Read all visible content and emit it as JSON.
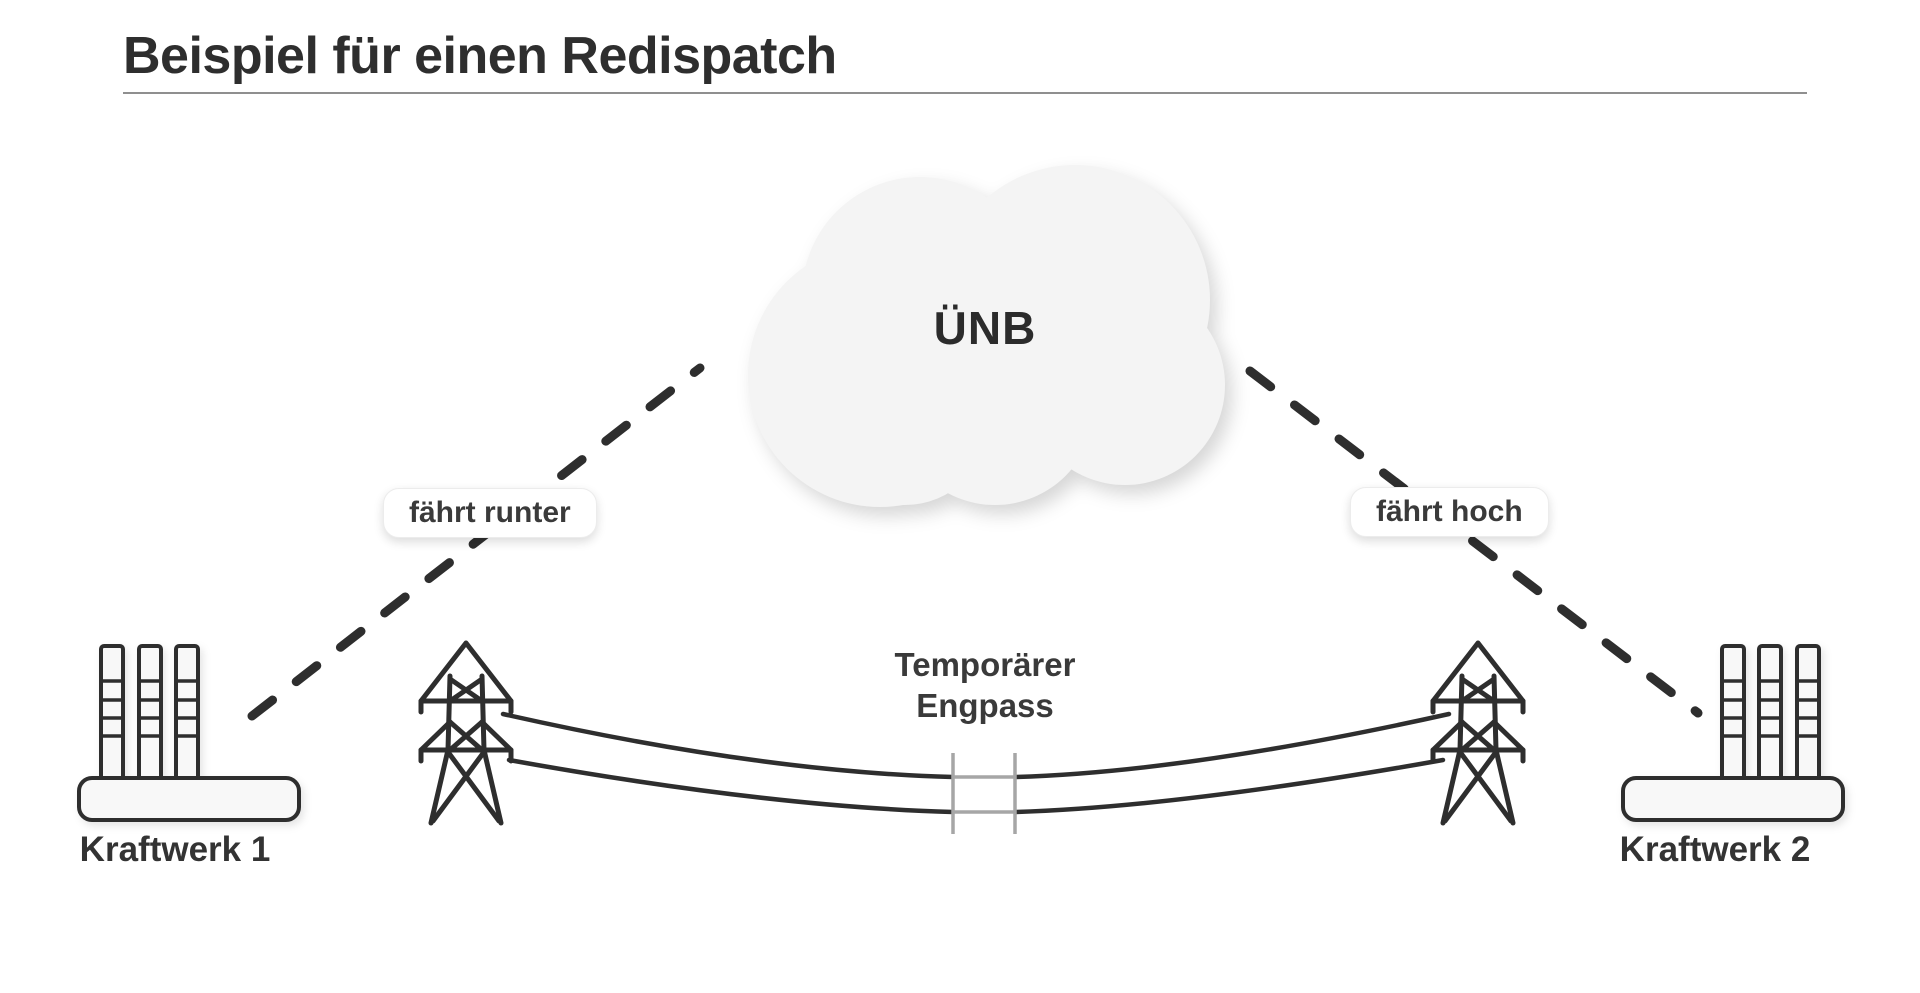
{
  "header": {
    "title": "Beispiel für einen Redispatch"
  },
  "diagram": {
    "tso_cloud": {
      "label": "ÜNB"
    },
    "left_action": {
      "label": "fährt runter"
    },
    "right_action": {
      "label": "fährt hoch"
    },
    "bottleneck": {
      "label_line1": "Temporärer",
      "label_line2": "Engpass"
    },
    "left_plant": {
      "label": "Kraftwerk 1"
    },
    "right_plant": {
      "label": "Kraftwerk 2"
    }
  },
  "theme": {
    "ink": "#2e2e2e",
    "muted": "#a6a6a6",
    "cloud": "#f4f4f4",
    "fill": "#f8f8f8",
    "divider": "#8f8f8f",
    "text": "#3a3a3a"
  }
}
